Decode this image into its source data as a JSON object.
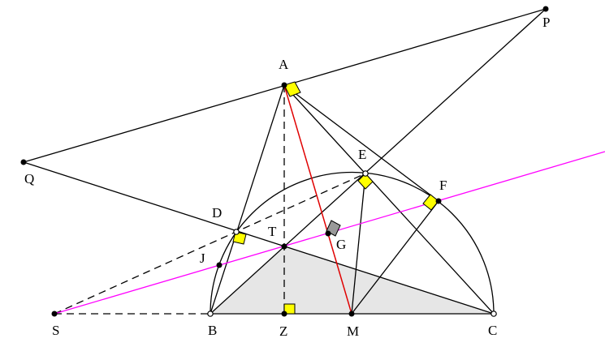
{
  "figure": {
    "points": {
      "A": "A",
      "P": "P",
      "Q": "Q",
      "E": "E",
      "F": "F",
      "D": "D",
      "T": "T",
      "G": "G",
      "J": "J",
      "S": "S",
      "B": "B",
      "Z": "Z",
      "M": "M",
      "C": "C"
    },
    "colors": {
      "line": "#000000",
      "red_line": "#e00000",
      "magenta_line": "#ff00ff",
      "shade": "#e6e6e6",
      "right_angle_marker": "#ffff00",
      "right_angle_marker_gray": "#999999"
    }
  }
}
